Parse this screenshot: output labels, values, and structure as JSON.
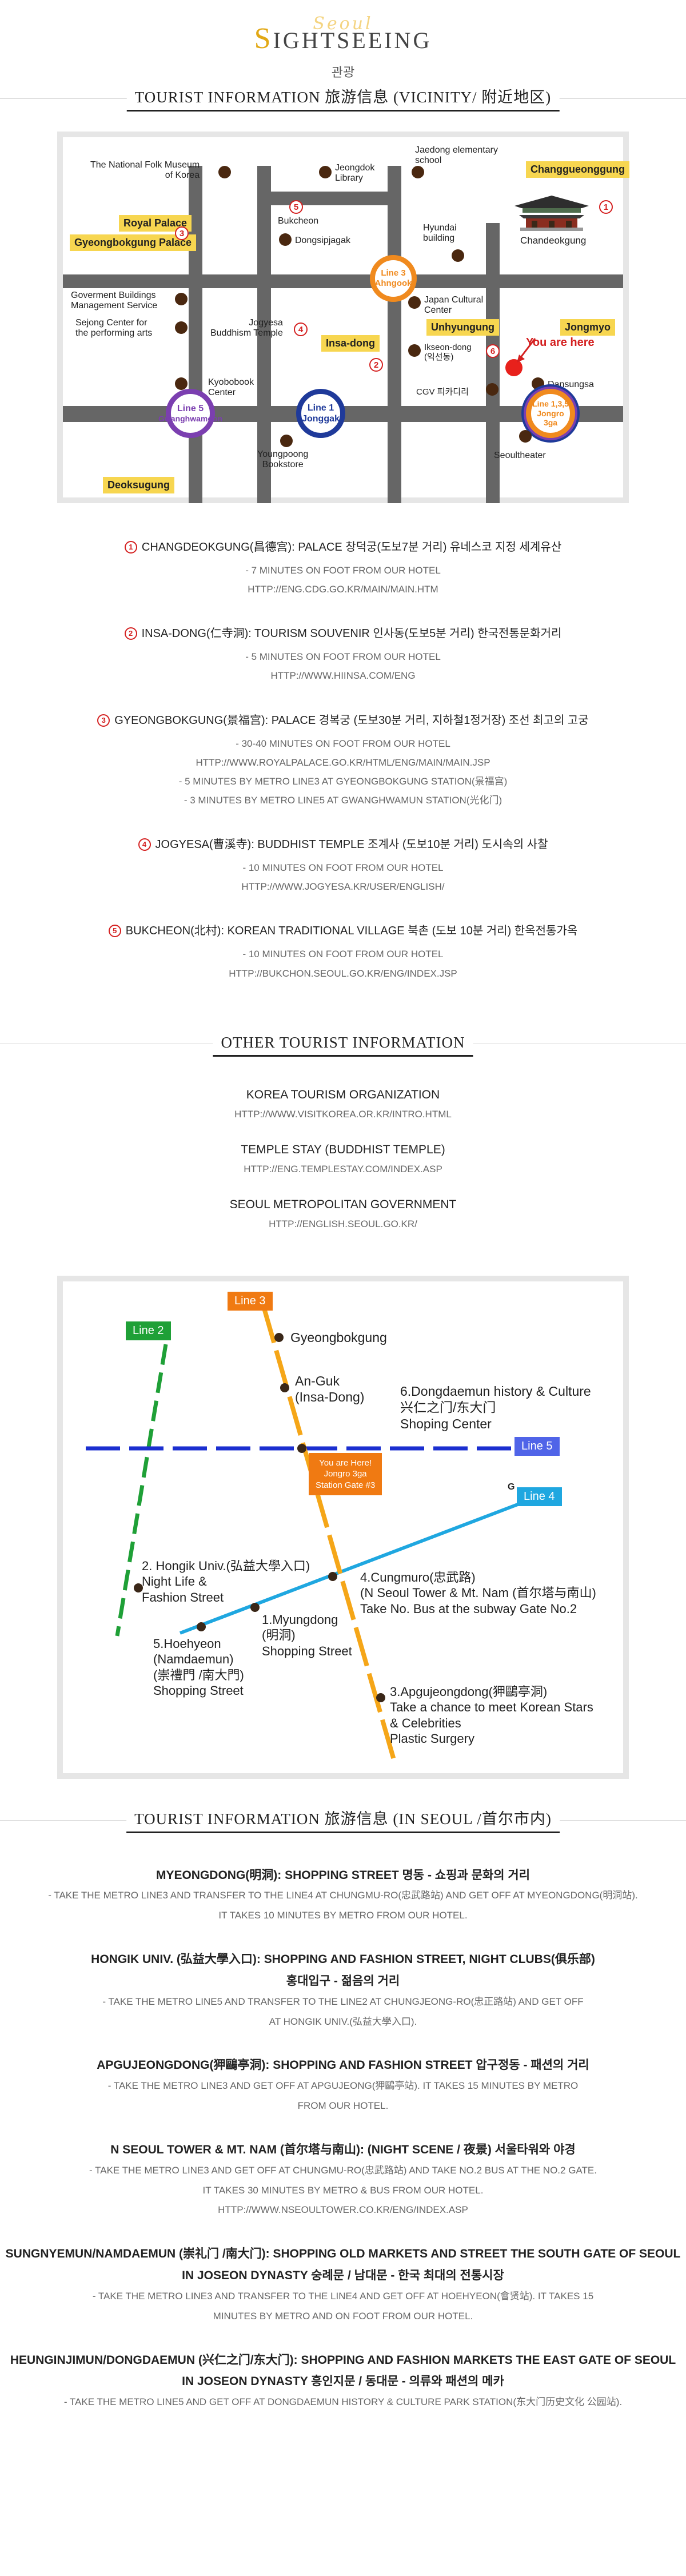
{
  "header": {
    "script": "Seoul",
    "title_cap": "S",
    "title_rest": "IGHTSEEING",
    "subtitle": "관광"
  },
  "section_vicinity": {
    "title": "TOURIST INFORMATION 旅游信息 (VICINITY/ 附近地区)"
  },
  "map": {
    "labels": {
      "museum": "The National Folk Museum\nof Korea",
      "jeongdok": "Jeongdok\nLibrary",
      "jaedong": "Jaedong elementary\nschool",
      "changdeok_tag": "Changgueonggung",
      "royal_palace": "Royal Palace",
      "gyeongbok_tag": "Gyeongbokgung Palace",
      "bukcheon": "Bukcheon",
      "dongsipjagak": "Dongsipjagak",
      "hyundai": "Hyundai\nbuilding",
      "chandeokgung": "Chandeokgung",
      "gov": "Goverment Buildings\nManagement Service",
      "sejong": "Sejong Center for\nthe performing arts",
      "jogyesa": "Jogyesa\nBuddhism Temple",
      "japan": "Japan Cultural\nCenter",
      "unhyungung": "Unhyungung",
      "jongmyo": "Jongmyo",
      "insadong": "Insa-dong",
      "ikseon": "Ikseon-dong\n(익선동)",
      "you_are_here": "You are here",
      "kyobo": "Kyobobook\nCenter",
      "dansungsa": "Dansungsa",
      "cgv": "CGV 피카디리",
      "youngpoong": "Youngpoong\nBookstore",
      "seoultheater": "Seoultheater",
      "deoksugung": "Deoksugung"
    },
    "stations": {
      "l3_anguk": {
        "line": "Line 3",
        "name": "Ahngook"
      },
      "l5_gwang": {
        "line": "Line 5",
        "name": "Gwanghwamoon"
      },
      "l1_jongak": {
        "line": "Line 1",
        "name": "Jonggak"
      },
      "l135": {
        "line": "Line 1,3,5",
        "name": "Jongro 3ga"
      }
    },
    "numbers": [
      "1",
      "2",
      "3",
      "4",
      "5",
      "6"
    ],
    "colors": {
      "road": "#666666",
      "line1": "#1f3a9a",
      "line3": "#f08a1e",
      "line5": "#7b3fb0",
      "tag": "#f7d650",
      "here": "#e8211c"
    }
  },
  "vicinity_items": [
    {
      "num": "1",
      "head": "CHANGDEOKGUNG(昌德宫): PALACE 창덕궁(도보7분 거리) 유네스코 지정 세계유산",
      "lines": [
        "- 7 MINUTES ON FOOT FROM OUR HOTEL",
        "HTTP://ENG.CDG.GO.KR/MAIN/MAIN.HTM"
      ]
    },
    {
      "num": "2",
      "head": "INSA-DONG(仁寺洞): TOURISM SOUVENIR 인사동(도보5분 거리) 한국전통문화거리",
      "lines": [
        "- 5 MINUTES ON FOOT FROM OUR HOTEL",
        "HTTP://WWW.HIINSA.COM/ENG"
      ]
    },
    {
      "num": "3",
      "head": "GYEONGBOKGUNG(景福宫): PALACE 경복궁 (도보30분 거리, 지하철1정거장) 조선 최고의 고궁",
      "lines": [
        "- 30-40 MINUTES ON FOOT FROM OUR HOTEL",
        "HTTP://WWW.ROYALPALACE.GO.KR/HTML/ENG/MAIN/MAIN.JSP",
        "- 5 MINUTES BY METRO LINE3 AT GYEONGBOKGUNG STATION(景福宫)",
        "- 3 MINUTES BY METRO LINE5 AT GWANGHWAMUN STATION(光化门)"
      ]
    },
    {
      "num": "4",
      "head": "JOGYESA(曹溪寺): BUDDHIST TEMPLE 조계사 (도보10분 거리) 도시속의 사찰",
      "lines": [
        "- 10 MINUTES ON FOOT FROM OUR HOTEL",
        "HTTP://WWW.JOGYESA.KR/USER/ENGLISH/"
      ]
    },
    {
      "num": "5",
      "head": "BUKCHEON(北村): KOREAN TRADITIONAL VILLAGE 북촌 (도보 10분 거리) 한옥전통가옥",
      "lines": [
        "- 10 MINUTES ON FOOT FROM OUR HOTEL",
        "HTTP://BUKCHON.SEOUL.GO.KR/ENG/INDEX.JSP"
      ]
    }
  ],
  "section_other": {
    "title": "OTHER TOURIST INFORMATION"
  },
  "other_items": [
    {
      "name": "KOREA TOURISM ORGANIZATION",
      "url": "HTTP://WWW.VISITKOREA.OR.KR/INTRO.HTML"
    },
    {
      "name": "TEMPLE STAY (BUDDHIST TEMPLE)",
      "url": "HTTP://ENG.TEMPLESTAY.COM/INDEX.ASP"
    },
    {
      "name": "SEOUL METROPOLITAN GOVERNMENT",
      "url": "HTTP://ENGLISH.SEOUL.GO.KR/"
    }
  ],
  "metro_map": {
    "line2": "Line 2",
    "line3": "Line 3",
    "line4": "Line 4",
    "line5": "Line 5",
    "line4_marker": "G",
    "here": "You are Here!\nJongro 3ga\nStation Gate #3",
    "gyeongbokgung": "Gyeongbokgung",
    "anguk": "An-Guk\n(Insa-Dong)",
    "dongdaemun": "6.Dongdaemun history & Culture\n兴仁之门/东大门\nShoping Center",
    "hongik": "2. Hongik Univ.(弘益大學入口)\nNight Life &\nFashion Street",
    "cungmuro": "4.Cungmuro(忠武路)\n(N Seoul Tower & Mt. Nam (首尔塔与南山)\nTake No. Bus at the subway Gate No.2",
    "myungdong": "1.Myungdong\n(明洞)\nShopping Street",
    "hoehyeon": "5.Hoehyeon\n(Namdaemun)\n(崇禮門 /南大門)\nShopping Street",
    "apgujeong": "3.Apgujeongdong(狎鷗亭洞)\nTake a chance to meet Korean Stars\n& Celebrities\nPlastic Surgery",
    "colors": {
      "line2": "#1fa037",
      "line3": "#f5a618",
      "line4": "#1fa7e0",
      "line5": "#1b2fd0"
    }
  },
  "section_seoul": {
    "title": "TOURIST INFORMATION 旅游信息 (IN SEOUL /首尔市内)"
  },
  "seoul_items": [
    {
      "head": [
        "MYEONGDONG(明洞): SHOPPING STREET 명동 - 쇼핑과 문화의 거리"
      ],
      "lines": [
        "- TAKE THE METRO LINE3 AND TRANSFER TO THE LINE4 AT CHUNGMU-RO(忠武路站) AND GET OFF AT MYEONGDONG(明洞站).",
        "IT TAKES 10 MINUTES BY METRO FROM OUR HOTEL."
      ]
    },
    {
      "head": [
        "HONGIK UNIV. (弘益大學入口): SHOPPING AND FASHION STREET, NIGHT CLUBS(俱乐部)",
        "홍대입구 - 젊음의 거리"
      ],
      "lines": [
        "- TAKE THE METRO LINE5 AND TRANSFER TO THE LINE2 AT CHUNGJEONG-RO(忠正路站) AND GET OFF",
        "AT HONGIK UNIV.(弘益大學入口)."
      ]
    },
    {
      "head": [
        "APGUJEONGDONG(狎鷗亭洞): SHOPPING AND FASHION STREET 압구정동 - 패션의 거리"
      ],
      "lines": [
        "- TAKE THE METRO LINE3 AND GET OFF AT APGUJEONG(狎鷗亭站). IT TAKES 15 MINUTES BY METRO",
        "FROM OUR HOTEL."
      ]
    },
    {
      "head": [
        "N SEOUL TOWER & MT. NAM (首尔塔与南山): (NIGHT SCENE / 夜景) 서울타워와 야경"
      ],
      "lines": [
        "- TAKE THE METRO LINE3 AND GET OFF AT CHUNGMU-RO(忠武路站) AND TAKE NO.2 BUS AT THE NO.2 GATE.",
        "IT TAKES 30 MINUTES BY METRO & BUS FROM OUR HOTEL.",
        "HTTP://WWW.NSEOULTOWER.CO.KR/ENG/INDEX.ASP"
      ]
    },
    {
      "head": [
        "SUNGNYEMUN/NAMDAEMUN (崇礼门 /南大门): SHOPPING OLD MARKETS AND STREET THE SOUTH GATE OF SEOUL",
        "IN JOSEON DYNASTY 숭례문 / 남대문 - 한국 최대의 전통시장"
      ],
      "lines": [
        "- TAKE THE METRO LINE3 AND TRANSFER TO THE LINE4 AND GET OFF AT HOEHYEON(會贤站). IT TAKES 15",
        "MINUTES BY METRO AND ON FOOT FROM OUR HOTEL."
      ]
    },
    {
      "head": [
        "HEUNGINJIMUN/DONGDAEMUN (兴仁之门/东大门): SHOPPING AND FASHION MARKETS THE EAST GATE OF SEOUL",
        "IN JOSEON DYNASTY 흥인지문 / 동대문 - 의류와 패션의 메카"
      ],
      "lines": [
        "- TAKE THE METRO LINE5 AND GET OFF AT DONGDAEMUN HISTORY & CULTURE PARK STATION(东大门历史文化 公园站)."
      ]
    }
  ]
}
